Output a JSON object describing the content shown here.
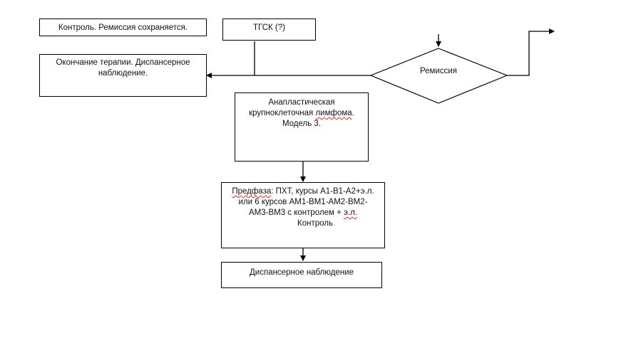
{
  "diagram": {
    "boxes": {
      "control_remission": "Контроль. Ремиссия сохраняется.",
      "tgsk": "ТГСК (?)",
      "end_therapy": "Окончание терапии. Диспансерное наблюдение.",
      "alcl": {
        "line1": "Анапластическая",
        "line2_pre": "крупноклеточная ",
        "line2_squig": "лимфома",
        "line2_post": ".",
        "line3": "Модель 3."
      },
      "prephase": {
        "l1_squig": "Предфаза",
        "l1_rest": ": ПХТ, курсы А1-В1-А2+э.л.",
        "l2": "или 6 курсов АМ1-ВМ1-АМ2-ВМ2-",
        "l3_pre": "АМ3-ВМ3 с контролем + ",
        "l3_squig": "э.л.",
        "l4": "Контроль"
      },
      "followup": "Диспансерное наблюдение"
    },
    "diamond": "Ремиссия"
  }
}
